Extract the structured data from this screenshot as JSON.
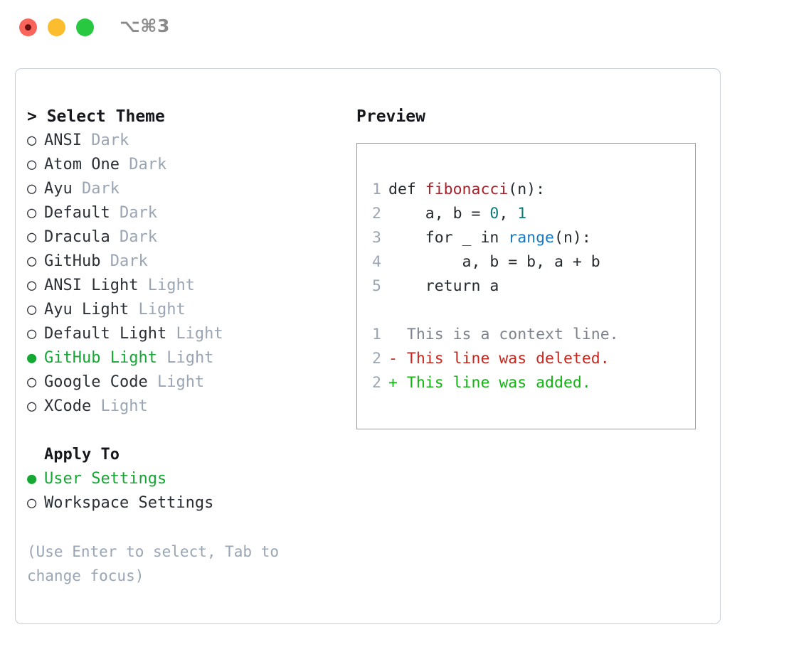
{
  "titlebar": {
    "shortcut": "⌥⌘3",
    "lights": [
      "close-red",
      "minimize-amber",
      "maximize-green"
    ]
  },
  "theme_list": {
    "header": "> Select Theme",
    "items": [
      {
        "marker": "○",
        "name": "ANSI",
        "variant": "Dark",
        "selected": false
      },
      {
        "marker": "○",
        "name": "Atom One",
        "variant": "Dark",
        "selected": false
      },
      {
        "marker": "○",
        "name": "Ayu",
        "variant": "Dark",
        "selected": false
      },
      {
        "marker": "○",
        "name": "Default",
        "variant": "Dark",
        "selected": false
      },
      {
        "marker": "○",
        "name": "Dracula",
        "variant": "Dark",
        "selected": false
      },
      {
        "marker": "○",
        "name": "GitHub",
        "variant": "Dark",
        "selected": false
      },
      {
        "marker": "○",
        "name": "ANSI Light",
        "variant": "Light",
        "selected": false
      },
      {
        "marker": "○",
        "name": "Ayu Light",
        "variant": "Light",
        "selected": false
      },
      {
        "marker": "○",
        "name": "Default Light",
        "variant": "Light",
        "selected": false
      },
      {
        "marker": "●",
        "name": "GitHub Light",
        "variant": "Light",
        "selected": true
      },
      {
        "marker": "○",
        "name": "Google Code",
        "variant": "Light",
        "selected": false
      },
      {
        "marker": "○",
        "name": "XCode",
        "variant": "Light",
        "selected": false
      }
    ]
  },
  "apply_to": {
    "header": "Apply To",
    "items": [
      {
        "marker": "●",
        "name": "User Settings",
        "selected": true
      },
      {
        "marker": "○",
        "name": "Workspace Settings",
        "selected": false
      }
    ]
  },
  "hint": "(Use Enter to select, Tab to change focus)",
  "preview": {
    "title": "Preview",
    "code_lines": [
      {
        "num": "1",
        "tokens": [
          {
            "t": "def ",
            "c": "plain"
          },
          {
            "t": "fibonacci",
            "c": "fn"
          },
          {
            "t": "(n):",
            "c": "plain"
          }
        ]
      },
      {
        "num": "2",
        "tokens": [
          {
            "t": "    a, b = ",
            "c": "plain"
          },
          {
            "t": "0",
            "c": "num"
          },
          {
            "t": ", ",
            "c": "plain"
          },
          {
            "t": "1",
            "c": "num"
          }
        ]
      },
      {
        "num": "3",
        "tokens": [
          {
            "t": "    for _ in ",
            "c": "plain"
          },
          {
            "t": "range",
            "c": "builtin"
          },
          {
            "t": "(n):",
            "c": "plain"
          }
        ]
      },
      {
        "num": "4",
        "tokens": [
          {
            "t": "        a, b = b, a + b",
            "c": "plain"
          }
        ]
      },
      {
        "num": "5",
        "tokens": [
          {
            "t": "    return a",
            "c": "plain"
          }
        ]
      }
    ],
    "diff_lines": [
      {
        "num": "1",
        "text": "  This is a context line.",
        "kind": "ctx"
      },
      {
        "num": "2",
        "text": "- This line was deleted.",
        "kind": "del"
      },
      {
        "num": "2",
        "text": "+ This line was added.",
        "kind": "add"
      }
    ]
  },
  "colors": {
    "accent_green": "#16a834",
    "muted_gray": "#9aa5b4",
    "panel_border": "#c7ccd6",
    "preview_border": "#8f9bab",
    "diff_add": "#12b312",
    "diff_del": "#c7261f",
    "token_fn": "#a6222b",
    "token_num": "#0f7b76",
    "token_builtin": "#1779c4"
  }
}
